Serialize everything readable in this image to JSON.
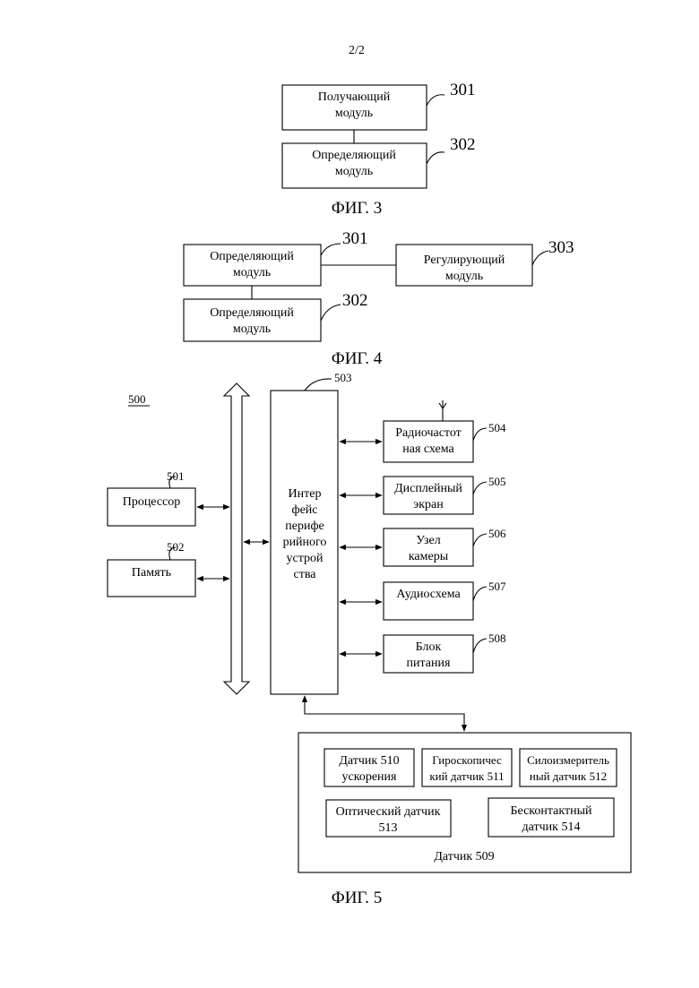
{
  "page_number": "2/2",
  "fig3": {
    "caption": "ФИГ. 3",
    "box1": {
      "line1": "Получающий",
      "line2": "модуль",
      "ref": "301"
    },
    "box2": {
      "line1": "Определяющий",
      "line2": "модуль",
      "ref": "302"
    }
  },
  "fig4": {
    "caption": "ФИГ. 4",
    "box1": {
      "line1": "Определяющий",
      "line2": "модуль",
      "ref": "301"
    },
    "box2": {
      "line1": "Определяющий",
      "line2": "модуль",
      "ref": "302"
    },
    "box3": {
      "line1": "Регулирующий",
      "line2": "модуль",
      "ref": "303"
    }
  },
  "fig5": {
    "caption": "ФИГ. 5",
    "device_ref": "500",
    "processor": {
      "label": "Процессор",
      "ref": "501"
    },
    "memory": {
      "label": "Память",
      "ref": "502"
    },
    "interface": {
      "lines": [
        "Интер",
        "фейс",
        "перифе",
        "рийного",
        "устрой",
        "ства"
      ],
      "ref": "503"
    },
    "radio": {
      "line1": "Радиочастот",
      "line2": "ная схема",
      "ref": "504"
    },
    "display": {
      "line1": "Дисплейный",
      "line2": "экран",
      "ref": "505"
    },
    "camera": {
      "line1": "Узел",
      "line2": "камеры",
      "ref": "506"
    },
    "audio": {
      "line1": "Аудиосхема",
      "ref": "507"
    },
    "power": {
      "line1": "Блок",
      "line2": "питания",
      "ref": "508"
    },
    "sensor_group": {
      "label": "Датчик 509"
    },
    "accel": {
      "line1": "Датчик 510",
      "line2": "ускорения"
    },
    "gyro": {
      "line1": "Гироскопичес",
      "line2": "кий датчик 511"
    },
    "force": {
      "line1": "Силоизмеритель",
      "line2": "ный датчик  512"
    },
    "optical": {
      "line1": "Оптический датчик",
      "line2": "513"
    },
    "proximity": {
      "line1": "Бесконтактный",
      "line2": "датчик 514"
    }
  }
}
